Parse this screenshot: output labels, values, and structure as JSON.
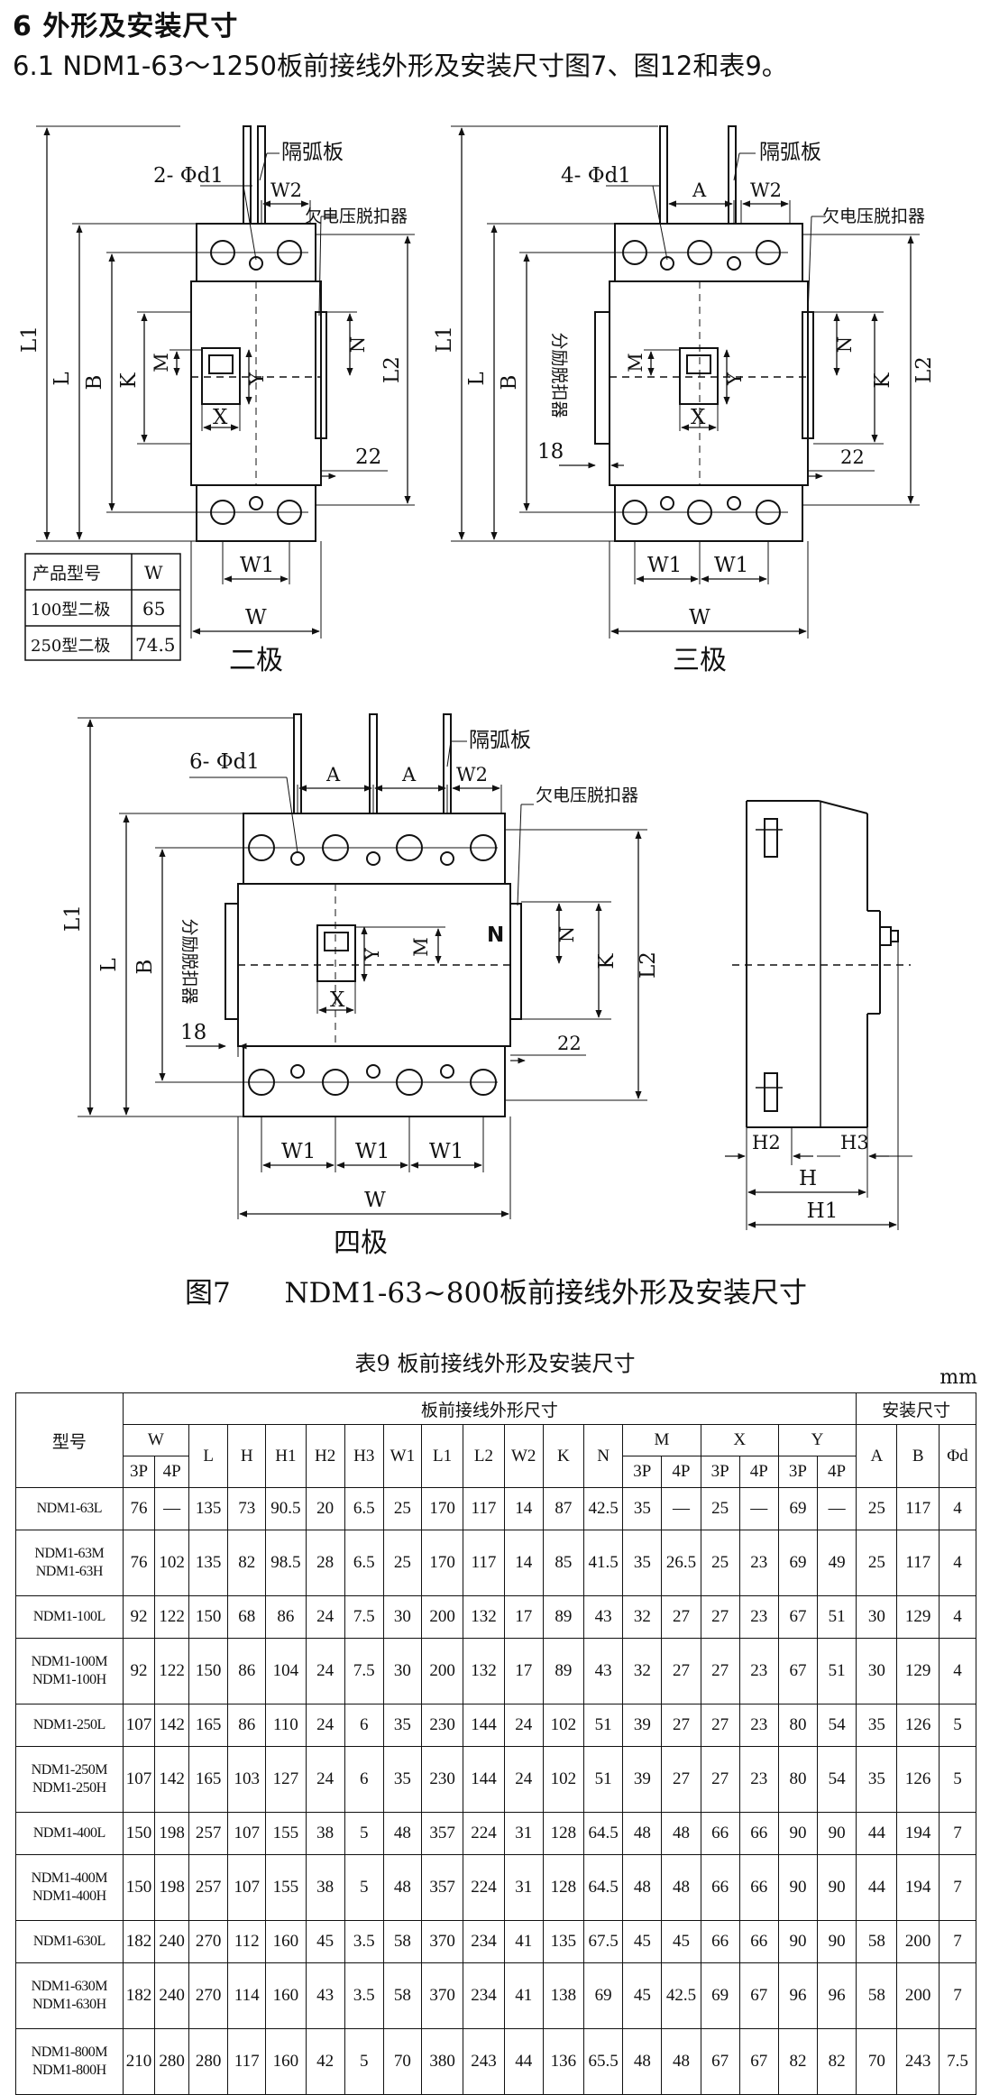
{
  "heading": {
    "section": "6  外形及安装尺寸",
    "subsection": "6.1 NDM1-63～1250板前接线外形及安装尺寸图7、图12和表9。"
  },
  "figure": {
    "caption_num": "图7",
    "caption_text": "NDM1-63~800板前接线外形及安装尺寸",
    "two_pole": {
      "title": "二极",
      "arc_plate": "隔弧板",
      "holes": "2- Φd1",
      "uv_release": "欠电压脱扣器",
      "dim22": "22",
      "w_table": {
        "header": [
          "产品型号",
          "W"
        ],
        "rows": [
          [
            "100型二极",
            "65"
          ],
          [
            "250型二极",
            "74.5"
          ]
        ]
      }
    },
    "three_pole": {
      "title": "三极",
      "arc_plate": "隔弧板",
      "holes": "4- Φd1",
      "uv_release": "欠电压脱扣器",
      "shunt_release": "分励脱扣器",
      "dim18": "18",
      "dim22": "22"
    },
    "four_pole": {
      "title": "四极",
      "arc_plate": "隔弧板",
      "holes": "6- Φd1",
      "uv_release": "欠电压脱扣器",
      "shunt_release": "分励脱扣器",
      "dim18": "18",
      "dim22": "22",
      "n_mark": "N"
    },
    "letters": {
      "L1": "L1",
      "L": "L",
      "B": "B",
      "K": "K",
      "M": "M",
      "N": "N",
      "Y": "Y",
      "X": "X",
      "L2": "L2",
      "W": "W",
      "W1": "W1",
      "W2": "W2",
      "A": "A",
      "H": "H",
      "H1": "H1",
      "H2": "H2",
      "H3": "H3"
    }
  },
  "table": {
    "title": "表9 板前接线外形及安装尺寸",
    "unit": "mm",
    "group_outline": "板前接线外形尺寸",
    "group_install": "安装尺寸",
    "col_model": "型号",
    "cols": [
      "W",
      "L",
      "H",
      "H1",
      "H2",
      "H3",
      "W1",
      "L1",
      "L2",
      "W2",
      "K",
      "N",
      "M",
      "X",
      "Y",
      "A",
      "B",
      "Φd"
    ],
    "sub_3p": "3P",
    "sub_4p": "4P",
    "rows": [
      {
        "model": [
          "NDM1-63L"
        ],
        "vals": [
          "76",
          "—",
          "135",
          "73",
          "90.5",
          "20",
          "6.5",
          "25",
          "170",
          "117",
          "14",
          "87",
          "42.5",
          "35",
          "—",
          "25",
          "—",
          "69",
          "—",
          "25",
          "117",
          "4"
        ]
      },
      {
        "model": [
          "NDM1-63M",
          "NDM1-63H"
        ],
        "vals": [
          "76",
          "102",
          "135",
          "82",
          "98.5",
          "28",
          "6.5",
          "25",
          "170",
          "117",
          "14",
          "85",
          "41.5",
          "35",
          "26.5",
          "25",
          "23",
          "69",
          "49",
          "25",
          "117",
          "4"
        ]
      },
      {
        "model": [
          "NDM1-100L"
        ],
        "vals": [
          "92",
          "122",
          "150",
          "68",
          "86",
          "24",
          "7.5",
          "30",
          "200",
          "132",
          "17",
          "89",
          "43",
          "32",
          "27",
          "27",
          "23",
          "67",
          "51",
          "30",
          "129",
          "4"
        ]
      },
      {
        "model": [
          "NDM1-100M",
          "NDM1-100H"
        ],
        "vals": [
          "92",
          "122",
          "150",
          "86",
          "104",
          "24",
          "7.5",
          "30",
          "200",
          "132",
          "17",
          "89",
          "43",
          "32",
          "27",
          "27",
          "23",
          "67",
          "51",
          "30",
          "129",
          "4"
        ]
      },
      {
        "model": [
          "NDM1-250L"
        ],
        "vals": [
          "107",
          "142",
          "165",
          "86",
          "110",
          "24",
          "6",
          "35",
          "230",
          "144",
          "24",
          "102",
          "51",
          "39",
          "27",
          "27",
          "23",
          "80",
          "54",
          "35",
          "126",
          "5"
        ]
      },
      {
        "model": [
          "NDM1-250M",
          "NDM1-250H"
        ],
        "vals": [
          "107",
          "142",
          "165",
          "103",
          "127",
          "24",
          "6",
          "35",
          "230",
          "144",
          "24",
          "102",
          "51",
          "39",
          "27",
          "27",
          "23",
          "80",
          "54",
          "35",
          "126",
          "5"
        ]
      },
      {
        "model": [
          "NDM1-400L"
        ],
        "vals": [
          "150",
          "198",
          "257",
          "107",
          "155",
          "38",
          "5",
          "48",
          "357",
          "224",
          "31",
          "128",
          "64.5",
          "48",
          "48",
          "66",
          "66",
          "90",
          "90",
          "44",
          "194",
          "7"
        ]
      },
      {
        "model": [
          "NDM1-400M",
          "NDM1-400H"
        ],
        "vals": [
          "150",
          "198",
          "257",
          "107",
          "155",
          "38",
          "5",
          "48",
          "357",
          "224",
          "31",
          "128",
          "64.5",
          "48",
          "48",
          "66",
          "66",
          "90",
          "90",
          "44",
          "194",
          "7"
        ]
      },
      {
        "model": [
          "NDM1-630L"
        ],
        "vals": [
          "182",
          "240",
          "270",
          "112",
          "160",
          "45",
          "3.5",
          "58",
          "370",
          "234",
          "41",
          "135",
          "67.5",
          "45",
          "45",
          "66",
          "66",
          "90",
          "90",
          "58",
          "200",
          "7"
        ]
      },
      {
        "model": [
          "NDM1-630M",
          "NDM1-630H"
        ],
        "vals": [
          "182",
          "240",
          "270",
          "114",
          "160",
          "43",
          "3.5",
          "58",
          "370",
          "234",
          "41",
          "138",
          "69",
          "45",
          "42.5",
          "69",
          "67",
          "96",
          "96",
          "58",
          "200",
          "7"
        ]
      },
      {
        "model": [
          "NDM1-800M",
          "NDM1-800H"
        ],
        "vals": [
          "210",
          "280",
          "280",
          "117",
          "160",
          "42",
          "5",
          "70",
          "380",
          "243",
          "44",
          "136",
          "65.5",
          "48",
          "48",
          "67",
          "67",
          "82",
          "82",
          "70",
          "243",
          "7.5"
        ]
      }
    ]
  }
}
